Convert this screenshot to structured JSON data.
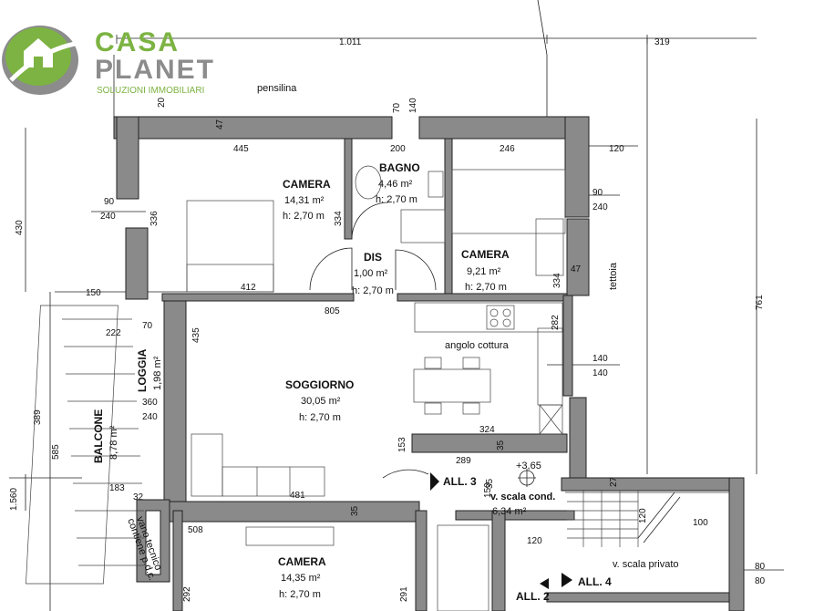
{
  "logo": {
    "line1": "CASA",
    "line2": "PLANET",
    "tagline": "SOLUZIONI IMMOBILIARI",
    "colors": {
      "green": "#7cb342",
      "gray": "#8c8c8c"
    }
  },
  "top_labels": {
    "pensilina": "pensilina",
    "tettoia": "tettoia",
    "angolo_cottura": "angolo cottura"
  },
  "rooms": {
    "camera1": {
      "name": "CAMERA",
      "area": "14,31 m²",
      "height": "h: 2,70 m"
    },
    "bagno": {
      "name": "BAGNO",
      "area": "4,46 m²",
      "height": "h: 2,70 m"
    },
    "camera2": {
      "name": "CAMERA",
      "area": "9,21 m²",
      "height": "h: 2,70 m"
    },
    "dis": {
      "name": "DIS",
      "area": "1,00 m²",
      "height": "h: 2,70 m"
    },
    "soggiorno": {
      "name": "SOGGIORNO",
      "area": "30,05 m²",
      "height": "h: 2,70 m"
    },
    "loggia": {
      "name": "LOGGIA",
      "area": "1,98 m²"
    },
    "balcone": {
      "name": "BALCONE",
      "area": "8,78 m²"
    },
    "camera3": {
      "name": "CAMERA",
      "area": "14,35 m²",
      "height": "h: 2,70 m"
    },
    "scala_cond": {
      "name": "v. scala cond.",
      "area": "6,34 m²"
    },
    "scala_privato": {
      "name": "v. scala privato"
    },
    "vano_tecnico": {
      "line1": "vano tecnico",
      "line2": "contiene p.d.c."
    }
  },
  "markers": {
    "all2": "ALL. 2",
    "all3": "ALL. 3",
    "all4": "ALL. 4",
    "quota": "+3,65"
  },
  "dimensions": {
    "d1011": "1.011",
    "d319": "319",
    "d430": "430",
    "d20": "20",
    "d47a": "47",
    "d70": "70",
    "d140a": "140",
    "d445": "445",
    "d200": "200",
    "d246": "246",
    "d120a": "120",
    "d90a": "90",
    "d240a": "240",
    "d336": "336",
    "d334a": "334",
    "d90b": "90",
    "d240b": "240",
    "d334b": "334",
    "d47b": "47",
    "d761": "761",
    "d412": "412",
    "d150": "150",
    "d805": "805",
    "d222": "222",
    "d70b": "70",
    "d435": "435",
    "d282": "282",
    "d140b": "140",
    "d140c": "140",
    "d389": "389",
    "d360": "360",
    "d240c": "240",
    "d324": "324",
    "d585": "585",
    "d153": "153",
    "d35a": "35",
    "d289": "289",
    "d35b": "35",
    "d1560": "1.560",
    "d183": "183",
    "d32": "32",
    "d481": "481",
    "d150b": "150",
    "d27": "27",
    "d120b": "120",
    "d100": "100",
    "d35c": "35",
    "d508": "508",
    "d120c": "120",
    "d80a": "80",
    "d80b": "80",
    "d292": "292",
    "d291": "291"
  }
}
